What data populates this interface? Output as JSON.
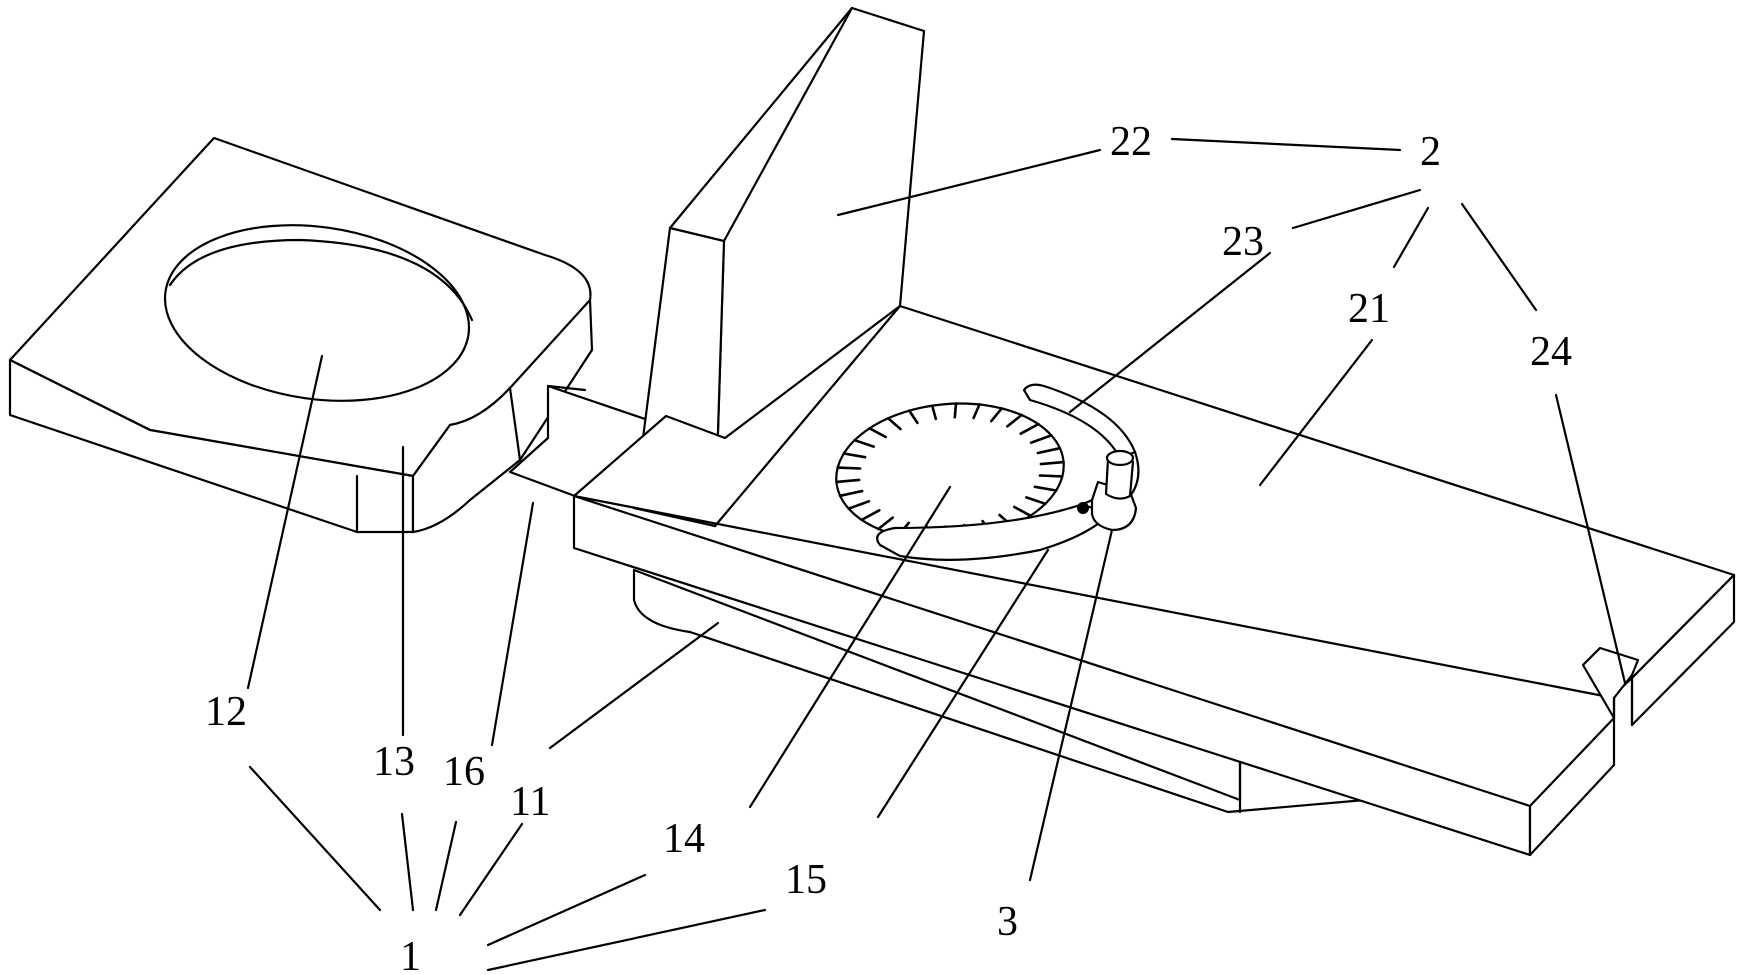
{
  "figure": {
    "labels": {
      "l1": "1",
      "l2": "2",
      "l3": "3",
      "l11": "11",
      "l12": "12",
      "l13": "13",
      "l14": "14",
      "l15": "15",
      "l16": "16",
      "l21": "21",
      "l22": "22",
      "l23": "23",
      "l24": "24"
    },
    "dial": {
      "tick_count": 30
    }
  }
}
